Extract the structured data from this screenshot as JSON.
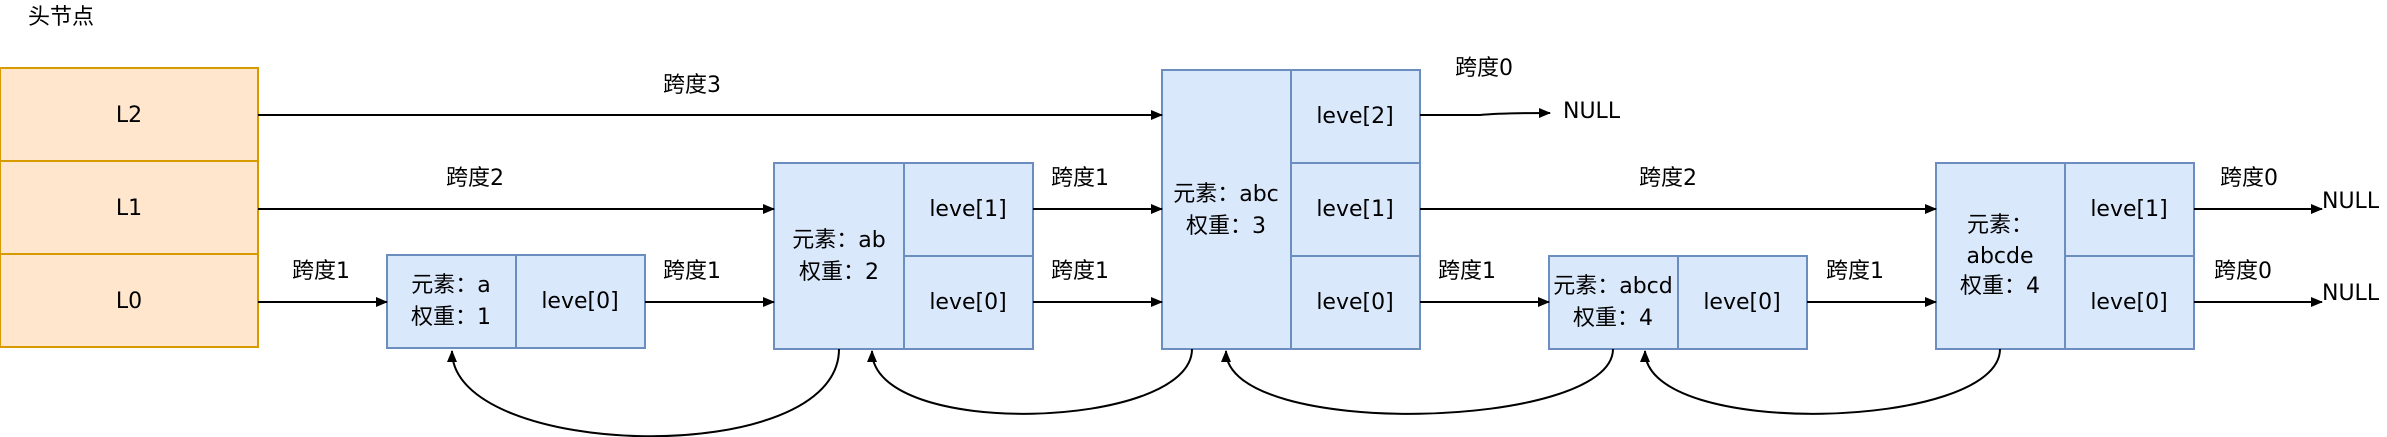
{
  "head": {
    "title": "头节点",
    "levels": [
      "L2",
      "L1",
      "L0"
    ]
  },
  "nodes": [
    {
      "element": "元素：a",
      "weight": "权重：1",
      "levels": [
        "leve[0]"
      ]
    },
    {
      "element": "元素：ab",
      "weight": "权重：2",
      "levels": [
        "leve[1]",
        "leve[0]"
      ]
    },
    {
      "element": "元素：abc",
      "weight": "权重：3",
      "levels": [
        "leve[2]",
        "leve[1]",
        "leve[0]"
      ]
    },
    {
      "element": "元素：abcd",
      "weight": "权重：4",
      "levels": [
        "leve[0]"
      ]
    },
    {
      "element_line1": "元素：",
      "element_line2": "abcde",
      "weight": "权重：4",
      "levels": [
        "leve[1]",
        "leve[0]"
      ]
    }
  ],
  "spans": {
    "head_l2": "跨度3",
    "head_l1": "跨度2",
    "head_l0": "跨度1",
    "a_l0": "跨度1",
    "ab_l1": "跨度1",
    "ab_l0": "跨度1",
    "abc_l2": "跨度0",
    "abc_l1": "跨度2",
    "abc_l0": "跨度1",
    "abcd_l0": "跨度1",
    "abcde_l1": "跨度0",
    "abcde_l0": "跨度0"
  },
  "null_label": "NULL"
}
